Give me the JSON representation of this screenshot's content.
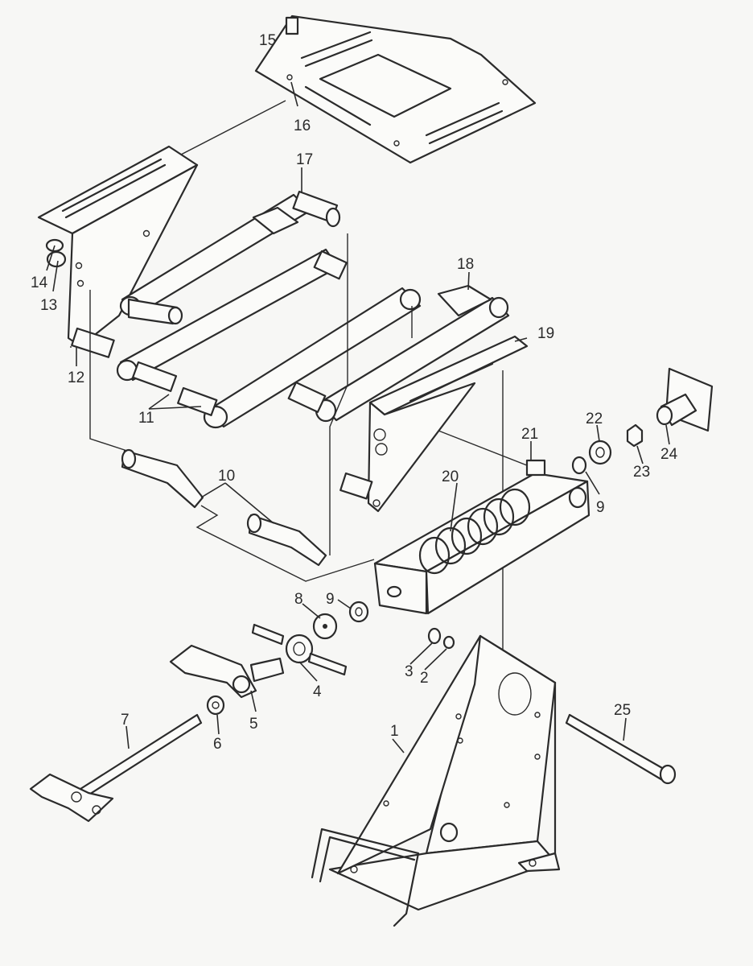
{
  "diagram": {
    "callouts": [
      {
        "id": "c1",
        "text": "1"
      },
      {
        "id": "c2",
        "text": "2"
      },
      {
        "id": "c3",
        "text": "3"
      },
      {
        "id": "c4",
        "text": "4"
      },
      {
        "id": "c5",
        "text": "5"
      },
      {
        "id": "c6",
        "text": "6"
      },
      {
        "id": "c7",
        "text": "7"
      },
      {
        "id": "c8",
        "text": "8"
      },
      {
        "id": "c9a",
        "text": "9"
      },
      {
        "id": "c9b",
        "text": "9"
      },
      {
        "id": "c10",
        "text": "10"
      },
      {
        "id": "c11",
        "text": "11"
      },
      {
        "id": "c12",
        "text": "12"
      },
      {
        "id": "c13",
        "text": "13"
      },
      {
        "id": "c14",
        "text": "14"
      },
      {
        "id": "c15",
        "text": "15"
      },
      {
        "id": "c16",
        "text": "16"
      },
      {
        "id": "c17",
        "text": "17"
      },
      {
        "id": "c18",
        "text": "18"
      },
      {
        "id": "c19",
        "text": "19"
      },
      {
        "id": "c20",
        "text": "20"
      },
      {
        "id": "c21",
        "text": "21"
      },
      {
        "id": "c22",
        "text": "22"
      },
      {
        "id": "c23",
        "text": "23"
      },
      {
        "id": "c24",
        "text": "24"
      },
      {
        "id": "c25",
        "text": "25"
      }
    ]
  }
}
